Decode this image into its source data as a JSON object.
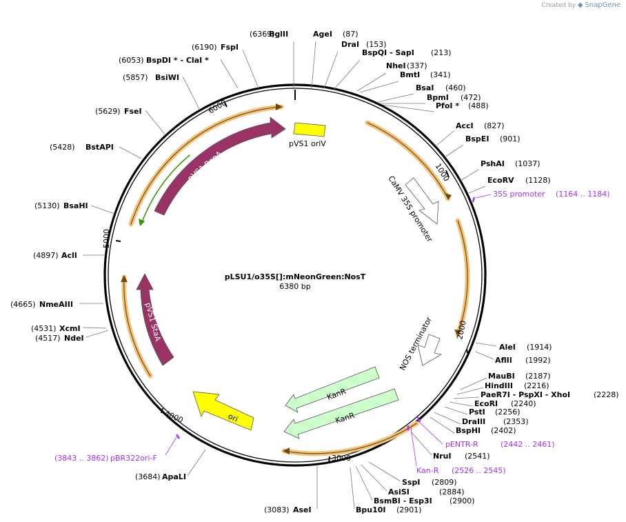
{
  "credit": {
    "prefix": "Created by",
    "brand": "SnapGene"
  },
  "plasmid": {
    "name": "pLSU1/o35S[]:mNeonGreen:NosT",
    "length": "6380 bp"
  },
  "ticks": [
    "1000",
    "2000",
    "3000",
    "4000",
    "5000",
    "6000"
  ],
  "sites": [
    {
      "pos": "(6369)",
      "name": "BglII"
    },
    {
      "pos": "(87)",
      "name": "AgeI"
    },
    {
      "pos": "(153)",
      "name": "DraI"
    },
    {
      "pos": "(213)",
      "name": "BspQI  -  SapI"
    },
    {
      "pos": "(337)",
      "name": "NheI"
    },
    {
      "pos": "(341)",
      "name": "BmtI"
    },
    {
      "pos": "(460)",
      "name": "BsaI"
    },
    {
      "pos": "(472)",
      "name": "BpmI"
    },
    {
      "pos": "(488)",
      "name": "PfoI *"
    },
    {
      "pos": "(827)",
      "name": "AccI"
    },
    {
      "pos": "(901)",
      "name": "BspEI"
    },
    {
      "pos": "(1037)",
      "name": "PshAI"
    },
    {
      "pos": "(1128)",
      "name": "EcoRV"
    },
    {
      "pos": "(1914)",
      "name": "AleI"
    },
    {
      "pos": "(1992)",
      "name": "AflII"
    },
    {
      "pos": "(2187)",
      "name": "MauBI"
    },
    {
      "pos": "(2216)",
      "name": "HindIII"
    },
    {
      "pos": "(2228)",
      "name": "PaeR7I  -  PspXI  -  XhoI"
    },
    {
      "pos": "(2240)",
      "name": "EcoRI"
    },
    {
      "pos": "(2256)",
      "name": "PstI"
    },
    {
      "pos": "(2353)",
      "name": "DraIII"
    },
    {
      "pos": "(2402)",
      "name": "BspHI"
    },
    {
      "pos": "(2541)",
      "name": "NruI"
    },
    {
      "pos": "(2809)",
      "name": "SspI"
    },
    {
      "pos": "(2884)",
      "name": "AsiSI"
    },
    {
      "pos": "(2900)",
      "name": "BsmBI  -  Esp3I"
    },
    {
      "pos": "(2901)",
      "name": "Bpu10I"
    },
    {
      "pos": "(3083)",
      "name": "AseI"
    },
    {
      "pos": "(3684)",
      "name": "ApaLI"
    },
    {
      "pos": "(4517)",
      "name": "NdeI"
    },
    {
      "pos": "(4531)",
      "name": "XcmI"
    },
    {
      "pos": "(4665)",
      "name": "NmeAIII"
    },
    {
      "pos": "(4897)",
      "name": "AclI"
    },
    {
      "pos": "(5130)",
      "name": "BsaHI"
    },
    {
      "pos": "(5428)",
      "name": "BstAPI"
    },
    {
      "pos": "(5629)",
      "name": "FseI"
    },
    {
      "pos": "(5857)",
      "name": "BsiWI"
    },
    {
      "pos": "(6053)",
      "name": "BspDI *  -  ClaI *"
    },
    {
      "pos": "(6190)",
      "name": "FspI"
    }
  ],
  "primers": [
    {
      "name": "35S promoter",
      "pos": "(1164 .. 1184)"
    },
    {
      "name": "pENTR-R",
      "pos": "(2442 .. 2461)"
    },
    {
      "name": "Kan-R",
      "pos": "(2526 .. 2545)"
    },
    {
      "name": "pBR322ori-F",
      "pos": "(3843 .. 3862)"
    }
  ],
  "features": [
    {
      "label": "pVS1 oriV",
      "color": "#ffff00"
    },
    {
      "label": "CaMV 35S promoter",
      "color": "#ffffff"
    },
    {
      "label": "NOS terminator",
      "color": "#ffffff"
    },
    {
      "label": "KanR",
      "color": "#ccffcc"
    },
    {
      "label": "KanR",
      "color": "#ccffcc"
    },
    {
      "label": "ori",
      "color": "#ffff00"
    },
    {
      "label": "pVS1 StaA",
      "color": "#993366"
    },
    {
      "label": "pVS1 RepA",
      "color": "#993366"
    }
  ],
  "colors": {
    "primer": "#9b30ff",
    "orf": "#f5a623",
    "orf_green": "#339900",
    "backbone": "#000000"
  }
}
